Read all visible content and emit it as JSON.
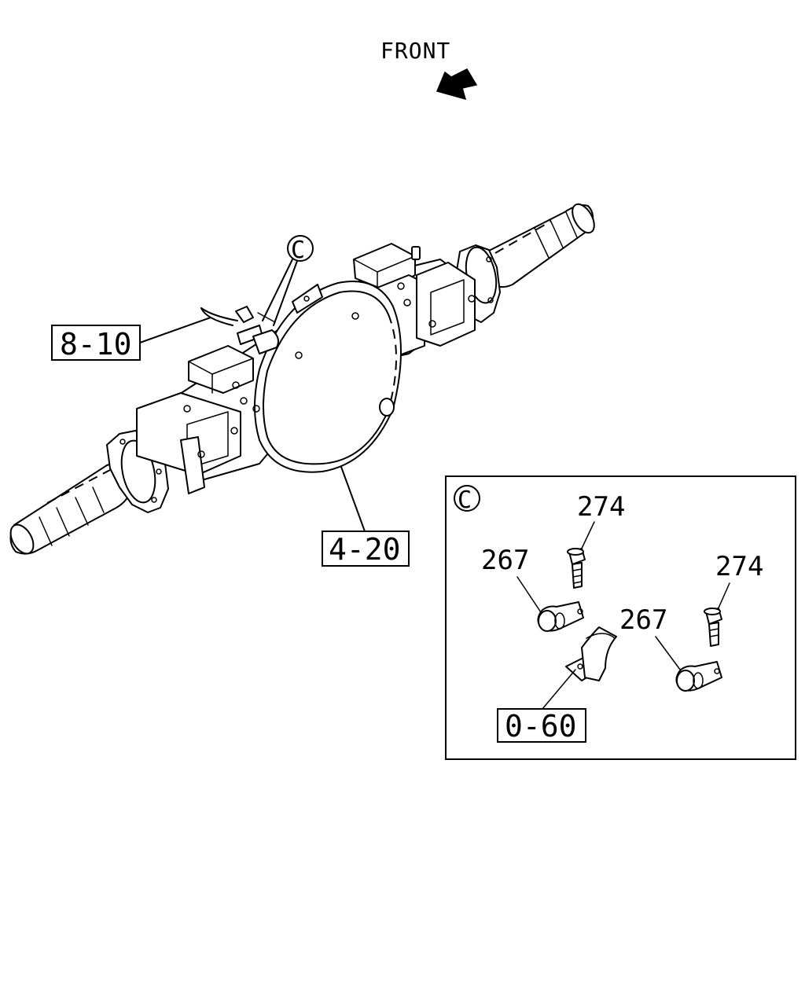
{
  "header": {
    "direction_label": "FRONT"
  },
  "callouts": {
    "view_marker": "C",
    "ref_upper_left": "8-10",
    "ref_housing": "4-20",
    "ref_bracket": "0-60"
  },
  "detail_view": {
    "marker": "C",
    "parts": {
      "bolt_left": "274",
      "clip_left": "267",
      "bolt_right": "274",
      "clip_right": "267"
    }
  }
}
